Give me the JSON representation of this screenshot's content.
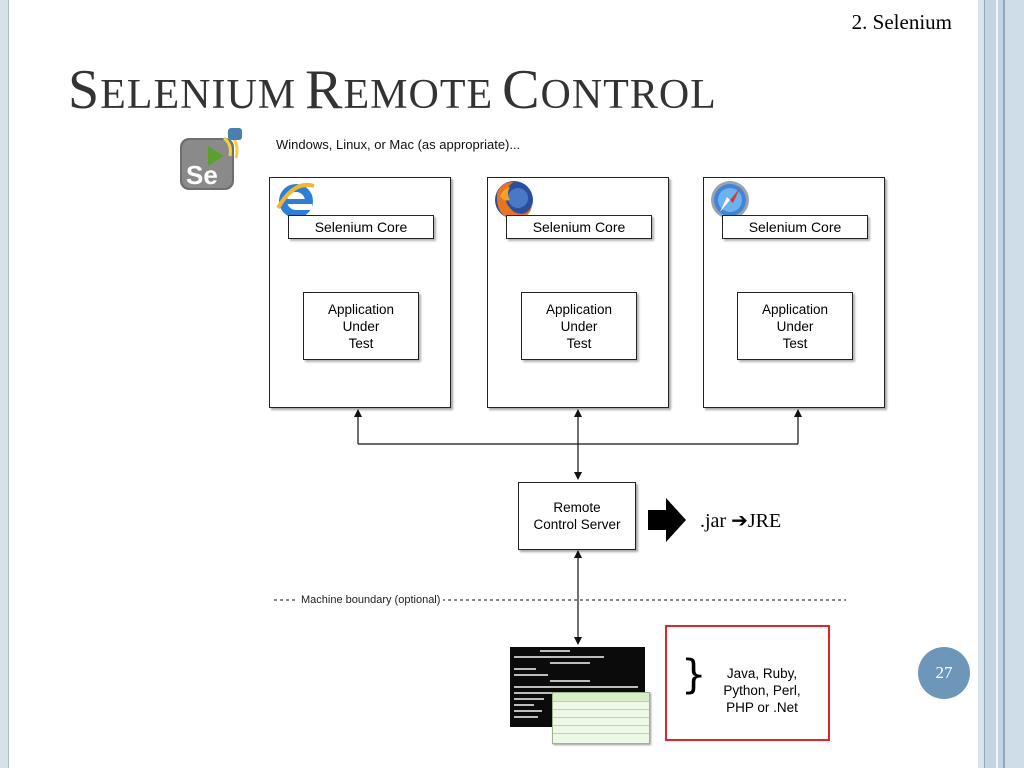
{
  "slide": {
    "header": "2. Selenium",
    "title_big_1": "S",
    "title_sc_1": "ELENIUM",
    "title_big_2": "R",
    "title_sc_2": "EMOTE",
    "title_big_3": "C",
    "title_sc_3": "ONTROL",
    "slide_number": "27"
  },
  "logo_text": "Se",
  "diagram": {
    "os_label": "Windows, Linux, or Mac (as appropriate)...",
    "browsers": [
      {
        "icon": "internet-explorer-icon",
        "core_label": "Selenium Core",
        "aut_line1": "Application",
        "aut_line2": "Under",
        "aut_line3": "Test"
      },
      {
        "icon": "firefox-icon",
        "core_label": "Selenium Core",
        "aut_line1": "Application",
        "aut_line2": "Under",
        "aut_line3": "Test"
      },
      {
        "icon": "safari-icon",
        "core_label": "Selenium Core",
        "aut_line1": "Application",
        "aut_line2": "Under",
        "aut_line3": "Test"
      }
    ],
    "server_line1": "Remote",
    "server_line2": "Control Server",
    "jar_text": ".jar ➔JRE",
    "boundary_label": "Machine boundary (optional)",
    "languages_brace": "}",
    "languages_line1": "Java, Ruby,",
    "languages_line2": "Python, Perl,",
    "languages_line3": "PHP or .Net"
  },
  "colors": {
    "slide_number_bg": "#6d96b8",
    "language_box_border": "#e0262a",
    "right_band": "#c9d8e3"
  }
}
